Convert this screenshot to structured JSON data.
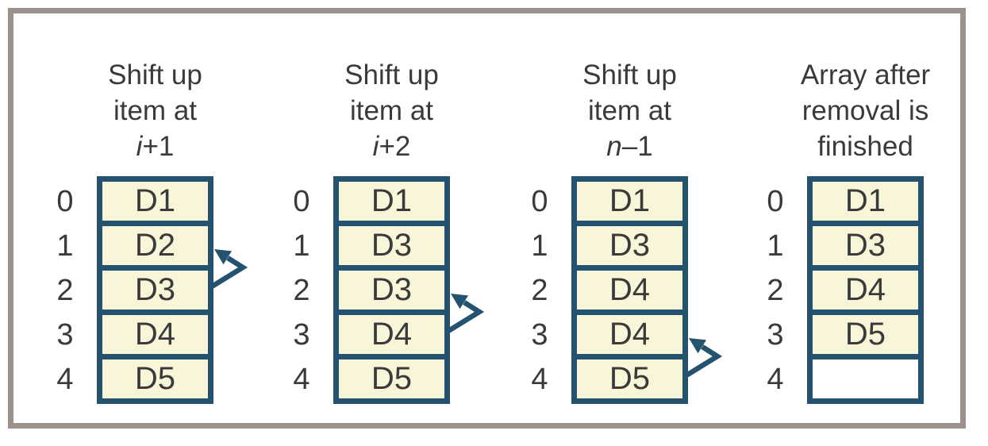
{
  "figure": {
    "description_colors": {
      "frame_border": "#9c918d",
      "array_border": "#25536f",
      "cell_fill": "#f8f5d9",
      "empty_cell_fill": "#ffffff",
      "arrow": "#25536f",
      "text": "#3a3a3a"
    }
  },
  "columns": [
    {
      "header_lines": [
        "Shift up",
        "item at"
      ],
      "formula": {
        "var": "i",
        "rest": "+1"
      },
      "indices": [
        "0",
        "1",
        "2",
        "3",
        "4"
      ],
      "cells": [
        "D1",
        "D2",
        "D3",
        "D4",
        "D5"
      ],
      "arrow": {
        "from_index": 2,
        "to_index": 1
      }
    },
    {
      "header_lines": [
        "Shift up",
        "item at"
      ],
      "formula": {
        "var": "i",
        "rest": "+2"
      },
      "indices": [
        "0",
        "1",
        "2",
        "3",
        "4"
      ],
      "cells": [
        "D1",
        "D3",
        "D3",
        "D4",
        "D5"
      ],
      "arrow": {
        "from_index": 3,
        "to_index": 2
      }
    },
    {
      "header_lines": [
        "Shift up",
        "item at"
      ],
      "formula": {
        "var": "n",
        "rest": "–1"
      },
      "indices": [
        "0",
        "1",
        "2",
        "3",
        "4"
      ],
      "cells": [
        "D1",
        "D3",
        "D4",
        "D4",
        "D5"
      ],
      "arrow": {
        "from_index": 4,
        "to_index": 3
      }
    },
    {
      "header_lines": [
        "Array after",
        "removal is",
        "finished"
      ],
      "formula": null,
      "indices": [
        "0",
        "1",
        "2",
        "3",
        "4"
      ],
      "cells": [
        "D1",
        "D3",
        "D4",
        "D5",
        ""
      ],
      "arrow": null
    }
  ]
}
